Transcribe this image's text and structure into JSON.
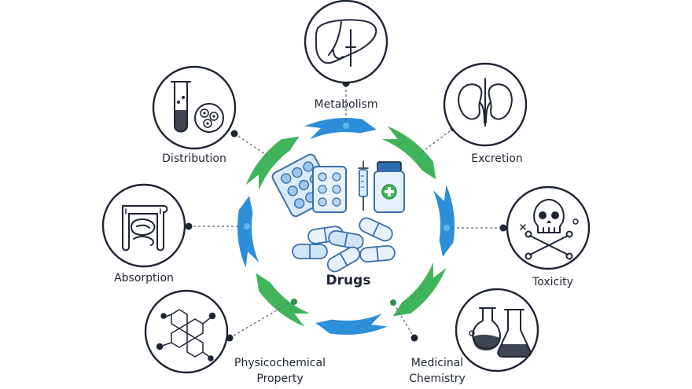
{
  "center": {
    "label": "Drugs"
  },
  "nodes": [
    {
      "id": "metabolism",
      "label": "Metabolism",
      "icon": "liver-icon"
    },
    {
      "id": "excretion",
      "label": "Excretion",
      "icon": "kidneys-icon"
    },
    {
      "id": "toxicity",
      "label": "Toxicity",
      "icon": "skull-crossbones-icon"
    },
    {
      "id": "medicinal-chemistry",
      "label_lines": [
        "Medicinal",
        "Chemistry"
      ],
      "icon": "lab-flasks-icon"
    },
    {
      "id": "physicochemical-property",
      "label_lines": [
        "Physicochemical",
        "Property"
      ],
      "icon": "molecule-icon"
    },
    {
      "id": "absorption",
      "label": "Absorption",
      "icon": "intestine-icon"
    },
    {
      "id": "distribution",
      "label": "Distribution",
      "icon": "test-tube-cells-icon"
    }
  ],
  "colors": {
    "blue": "#2d8fd8",
    "green": "#3fb45a",
    "outline": "#1d2433",
    "pill_fill": "#e6f1fb",
    "pill_stroke": "#3a6fa8"
  }
}
